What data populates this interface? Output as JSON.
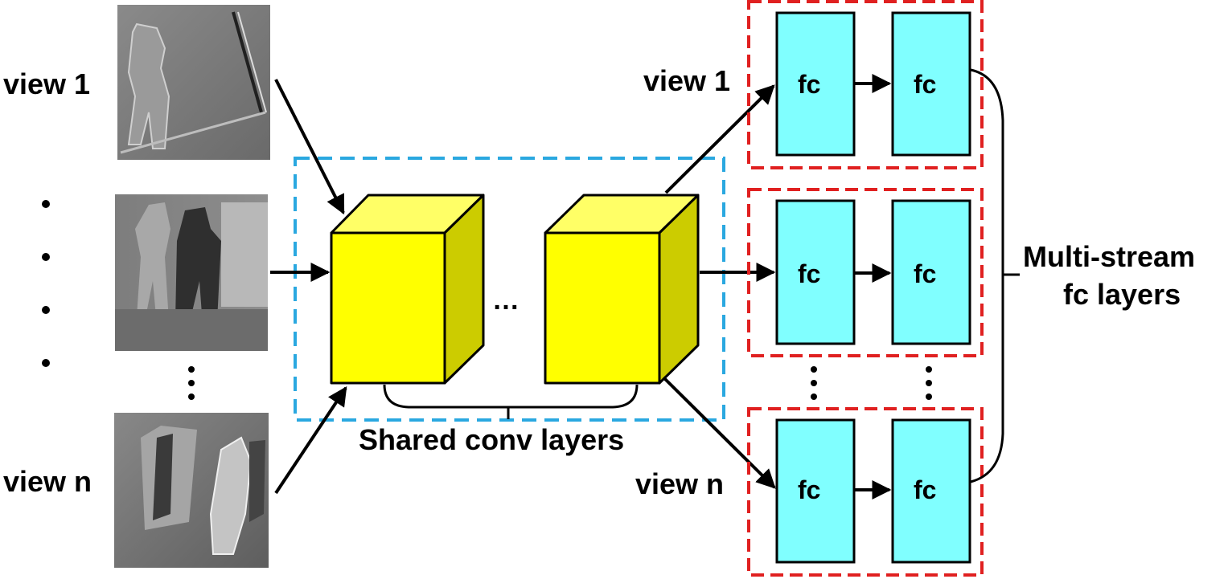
{
  "left_views": {
    "view_first_label": "view 1",
    "view_last_label": "view n"
  },
  "conv_block": {
    "ellipsis": "…",
    "caption": "Shared conv layers"
  },
  "right_streams": {
    "view_first_label": "view 1",
    "view_last_label": "view n",
    "fc_label": "fc",
    "caption_line1": "Multi-stream",
    "caption_line2": "fc layers"
  },
  "colors": {
    "cube_front": "#ffff00",
    "cube_top": "#ffff66",
    "cube_side": "#cccc00",
    "fc_fill": "#80ffff",
    "stream_border": "#e02020",
    "shared_border": "#2aa8e0",
    "arrow": "#000000"
  }
}
